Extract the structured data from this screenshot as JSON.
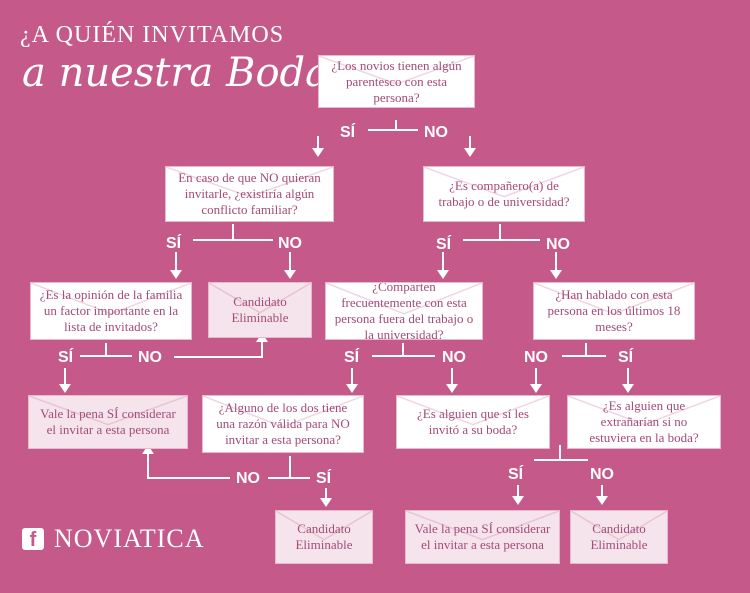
{
  "title": {
    "line1": "¿A QUIÉN INVITAMOS",
    "line2": "a nuestra Boda?"
  },
  "brand": {
    "icon": "facebook-icon",
    "name": "NOVIATICA"
  },
  "colors": {
    "background": "#c55a8a",
    "box_text": "#a44b78",
    "box_white": "#ffffff",
    "box_pink": "#f6e4ec"
  },
  "nodes": {
    "q_parentesco": "¿Los novios tienen algún parentesco con esta persona?",
    "q_conflicto": "En caso de que NO quieran invitarle, ¿existiría algún conflicto familiar?",
    "q_companero": "¿Es compañero(a) de trabajo o de universidad?",
    "q_opinion": "¿Es la opinión de la familia un factor importante en la lista de invitados?",
    "r_eliminable_1": "Candidato Eliminable",
    "q_comparten": "¿Comparten frecuentemente con esta persona fuera del trabajo o la universidad?",
    "q_hablado": "¿Han hablado con esta persona en los últimos 18 meses?",
    "r_vale_1": "Vale la pena SÍ considerar el invitar a esta persona",
    "q_razon": "¿Alguno de los dos tiene una razón válida para NO invitar a esta persona?",
    "q_invito": "¿Es alguien que sí les invitó a su boda?",
    "q_extranarian": "¿Es alguien que extrañarían si no estuviera en la boda?",
    "r_eliminable_2": "Candidato Eliminable",
    "r_vale_2": "Vale la pena SÍ considerar el invitar a esta persona",
    "r_eliminable_3": "Candidato Eliminable"
  },
  "labels": {
    "si": "SÍ",
    "no": "NO"
  }
}
